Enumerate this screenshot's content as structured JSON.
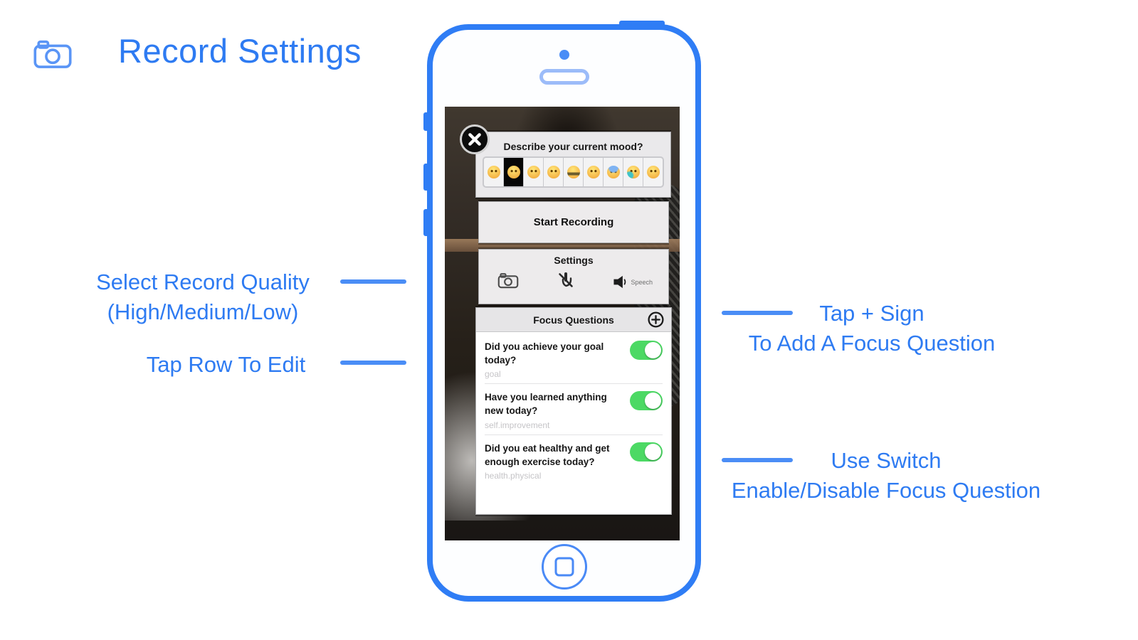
{
  "page": {
    "title": "Record Settings"
  },
  "annotations": {
    "select_quality_line1": "Select Record Quality",
    "select_quality_line2": "(High/Medium/Low)",
    "tap_row": "Tap Row To Edit",
    "add_focus_line1": "Tap + Sign",
    "add_focus_line2": "To Add A Focus Question",
    "use_switch_line1": "Use Switch",
    "use_switch_line2": "Enable/Disable Focus Question"
  },
  "phone_screen": {
    "mood_prompt": "Describe your current mood?",
    "emojis": [
      {
        "name": "smiling",
        "variant": "plain"
      },
      {
        "name": "grinning",
        "variant": "plain"
      },
      {
        "name": "smiling",
        "variant": "plain"
      },
      {
        "name": "smiling",
        "variant": "plain"
      },
      {
        "name": "grimacing",
        "variant": "band"
      },
      {
        "name": "smiling",
        "variant": "plain"
      },
      {
        "name": "fearful",
        "variant": "blue-top"
      },
      {
        "name": "laughing-tears",
        "variant": "teal"
      },
      {
        "name": "pensive",
        "variant": "plain"
      }
    ],
    "selected_emoji_index": 1,
    "start_recording": "Start Recording",
    "settings_title": "Settings",
    "speech_label": "Speech",
    "focus_questions": {
      "header": "Focus Questions",
      "rows": [
        {
          "question": "Did you achieve your goal today?",
          "tag": "goal",
          "enabled": true
        },
        {
          "question": "Have you learned anything new today?",
          "tag": "self.improvement",
          "enabled": true
        },
        {
          "question": "Did you eat healthy and get enough exercise today?",
          "tag": "health.physical",
          "enabled": true
        }
      ]
    }
  },
  "colors": {
    "accent_blue": "#2e7bf2",
    "line_blue": "#4a8df6",
    "toggle_green": "#4cd964",
    "selected_cell_black": "#070707"
  }
}
